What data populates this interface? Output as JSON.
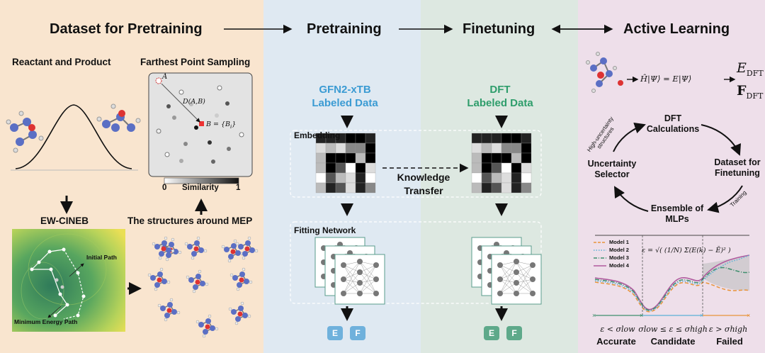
{
  "headers": {
    "dataset": "Dataset for Pretraining",
    "pretraining": "Pretraining",
    "finetuning": "Finetuning",
    "active": "Active Learning"
  },
  "panel1": {
    "reactant_product": "Reactant and Product",
    "fps": "Farthest Point Sampling",
    "fps_point_a": "A",
    "fps_distance": "D(A,B)",
    "fps_set": "B = {B",
    "fps_set_sub": "i",
    "fps_set_close": "}",
    "similarity_label": "Similarity",
    "similarity_min": "0",
    "similarity_max": "1",
    "ew_cineb": "EW-CINEB",
    "structures_mep": "The structures around MEP",
    "initial_path": "Initial Path",
    "minimum_energy_path": "Minimum Energy Path"
  },
  "panel2": {
    "title_line1": "GFN2-xTB",
    "title_line2": "Labeled Data",
    "embedding": "Embedding",
    "fitting_network": "Fitting Network",
    "e": "E",
    "f": "F"
  },
  "transfer": {
    "line1": "Knowledge",
    "line2": "Transfer"
  },
  "panel3": {
    "title_line1": "DFT",
    "title_line2": "Labeled Data",
    "e": "E",
    "f": "F"
  },
  "panel4": {
    "equation": "Ĥ|Ψ⟩ = E|Ψ⟩",
    "e_dft": "E",
    "f_dft": "F",
    "dft_sub": "DFT",
    "cycle_dft": [
      "DFT",
      "Calculations"
    ],
    "cycle_dataset": [
      "Dataset for",
      "Finetuning"
    ],
    "cycle_ensemble": [
      "Ensemble of",
      "MLPs"
    ],
    "cycle_selector": [
      "Uncertainty",
      "Selector"
    ],
    "high_uncertainty": [
      "High-uncertainty",
      "structures"
    ],
    "training": "Training",
    "legend": [
      "Model 1",
      "Model 2",
      "Model 3",
      "Model 4"
    ],
    "epsilon_formula": "ε = √( (1/N) Σ(E(k) − Ē)² )",
    "conditions": [
      "ε < σlow",
      "σlow ≤ ε ≤ σhigh",
      "ε > σhigh"
    ],
    "categories": [
      "Accurate",
      "Candidate",
      "Failed"
    ],
    "colors": {
      "model1": "#e8943a",
      "model2": "#5bb0d6",
      "model3": "#3f8f6d",
      "model4": "#b05a9e"
    }
  }
}
